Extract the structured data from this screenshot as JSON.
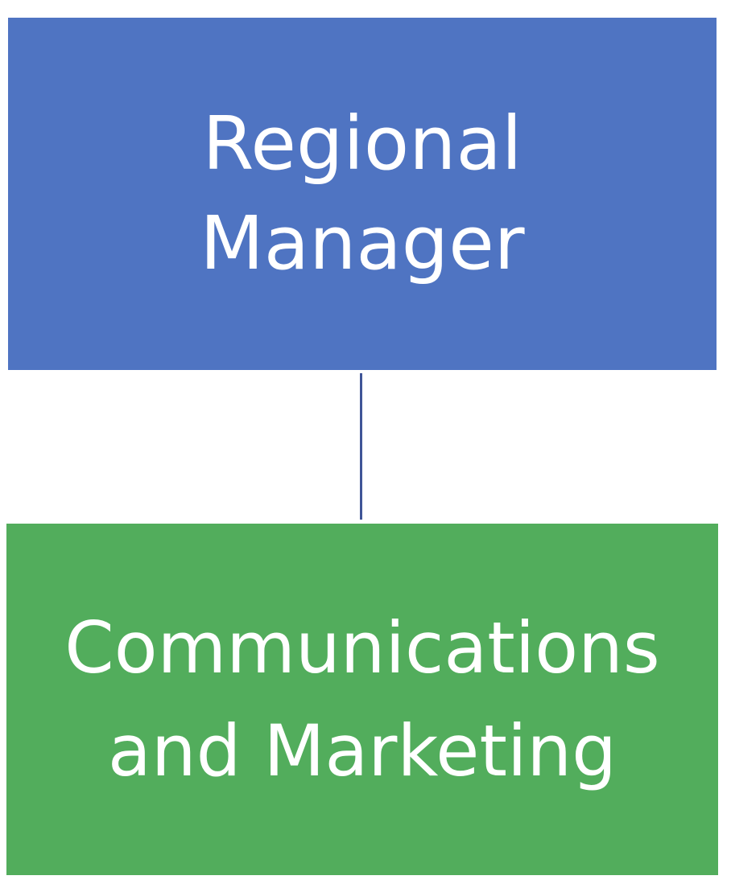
{
  "diagram": {
    "nodes": [
      {
        "id": "regional-manager",
        "label": "Regional\nManager",
        "color": "#4F74C2"
      },
      {
        "id": "communications-marketing",
        "label": "Communications\nand Marketing",
        "color": "#52AD5C"
      }
    ],
    "edges": [
      {
        "from": "regional-manager",
        "to": "communications-marketing",
        "color": "#3F5597"
      }
    ]
  }
}
